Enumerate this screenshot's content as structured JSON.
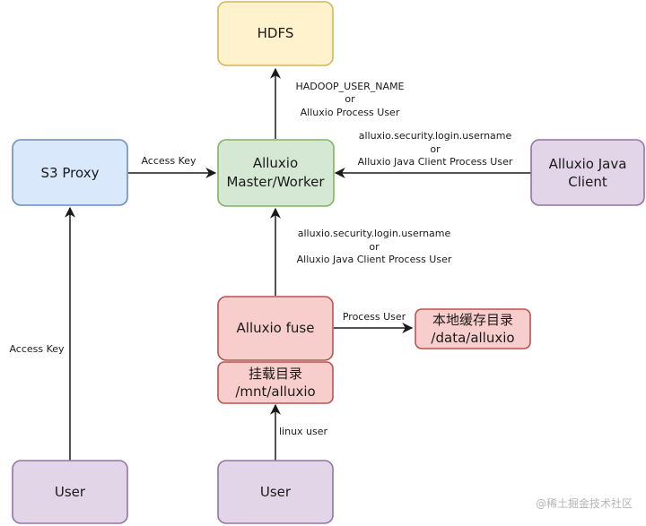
{
  "nodes": {
    "hdfs": {
      "lines": [
        "HDFS"
      ],
      "stroke": "#d6b656",
      "fill": "#fff2cc"
    },
    "master": {
      "lines": [
        "Alluxio",
        "Master/Worker"
      ],
      "stroke": "#82b366",
      "fill": "#d5e8d4"
    },
    "s3proxy": {
      "lines": [
        "S3 Proxy"
      ],
      "stroke": "#6c8ebf",
      "fill": "#dae8fc"
    },
    "javaclient": {
      "lines": [
        "Alluxio Java",
        "Client"
      ],
      "stroke": "#9673a6",
      "fill": "#e1d5e7"
    },
    "fuse": {
      "lines": [
        "Alluxio fuse"
      ],
      "stroke": "#b85450",
      "fill": "#f8cecc"
    },
    "cache": {
      "lines": [
        "本地缓存目录",
        "/data/alluxio"
      ],
      "stroke": "#b85450",
      "fill": "#f8cecc"
    },
    "mount": {
      "lines": [
        "挂载目录",
        "/mnt/alluxio"
      ],
      "stroke": "#b85450",
      "fill": "#f8cecc"
    },
    "user_left": {
      "lines": [
        "User"
      ],
      "stroke": "#9673a6",
      "fill": "#e1d5e7"
    },
    "user_mid": {
      "lines": [
        "User"
      ],
      "stroke": "#9673a6",
      "fill": "#e1d5e7"
    }
  },
  "edge_labels": {
    "master_to_hdfs": [
      "HADOOP_USER_NAME",
      "or",
      "Alluxio Process User"
    ],
    "java_to_master": [
      "alluxio.security.login.username",
      "or",
      "Alluxio Java Client Process User"
    ],
    "fuse_to_master": [
      "alluxio.security.login.username",
      "or",
      "Alluxio Java Client Process User"
    ],
    "s3_to_master": [
      "Access Key"
    ],
    "user_to_s3": [
      "Access Key"
    ],
    "fuse_to_cache": [
      "Process User"
    ],
    "user_to_mount": [
      "linux user"
    ]
  },
  "watermark": "@稀土掘金技术社区"
}
